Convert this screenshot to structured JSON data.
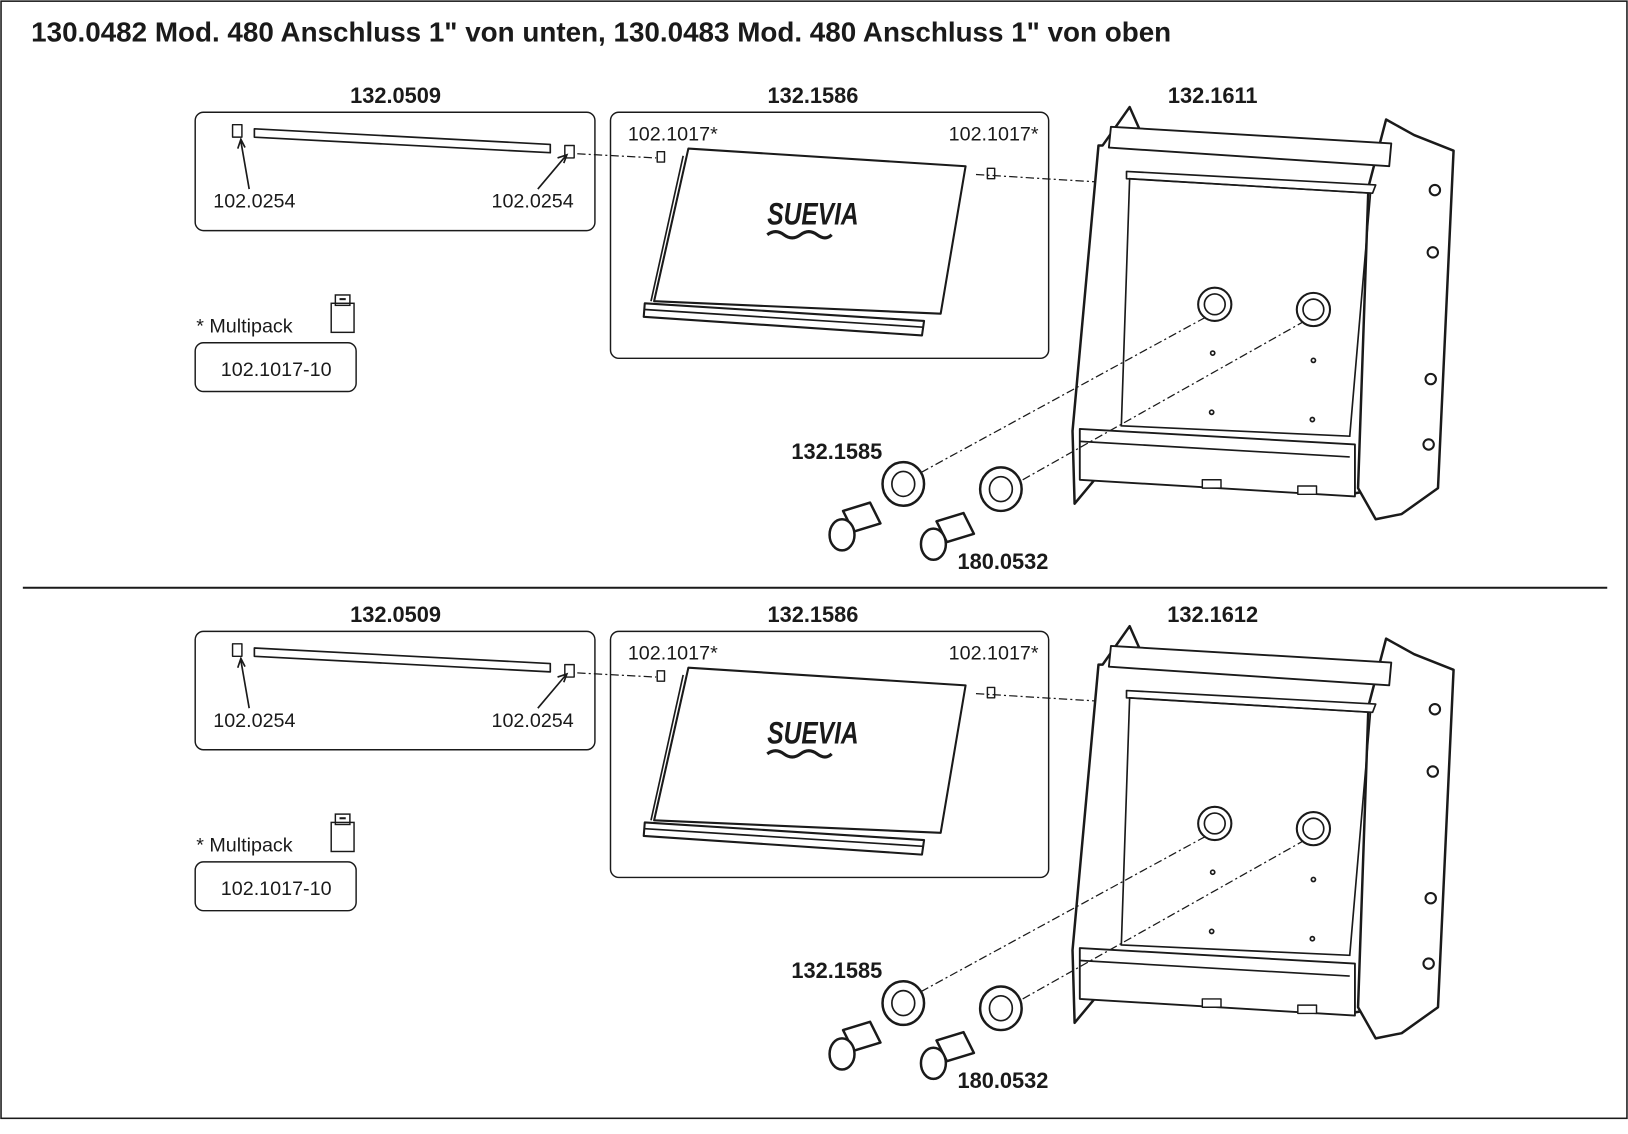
{
  "title": "130.0482 Mod. 480 Anschluss 1\" von unten, 130.0483 Mod. 480 Anschluss 1\" von oben",
  "sections": [
    {
      "rod_set": "132.0509",
      "nut_left": "102.0254",
      "nut_right": "102.0254",
      "cover": "132.1586",
      "screw_left": "102.1017*",
      "screw_right": "102.1017*",
      "logo": "SUEVIA",
      "multipack_label": "* Multipack",
      "multipack_number": "102.1017-10",
      "frame": "132.1611",
      "seal": "132.1585",
      "connector": "180.0532"
    },
    {
      "rod_set": "132.0509",
      "nut_left": "102.0254",
      "nut_right": "102.0254",
      "cover": "132.1586",
      "screw_left": "102.1017*",
      "screw_right": "102.1017*",
      "logo": "SUEVIA",
      "multipack_label": "* Multipack",
      "multipack_number": "102.1017-10",
      "frame": "132.1612",
      "seal": "132.1585",
      "connector": "180.0532"
    }
  ]
}
